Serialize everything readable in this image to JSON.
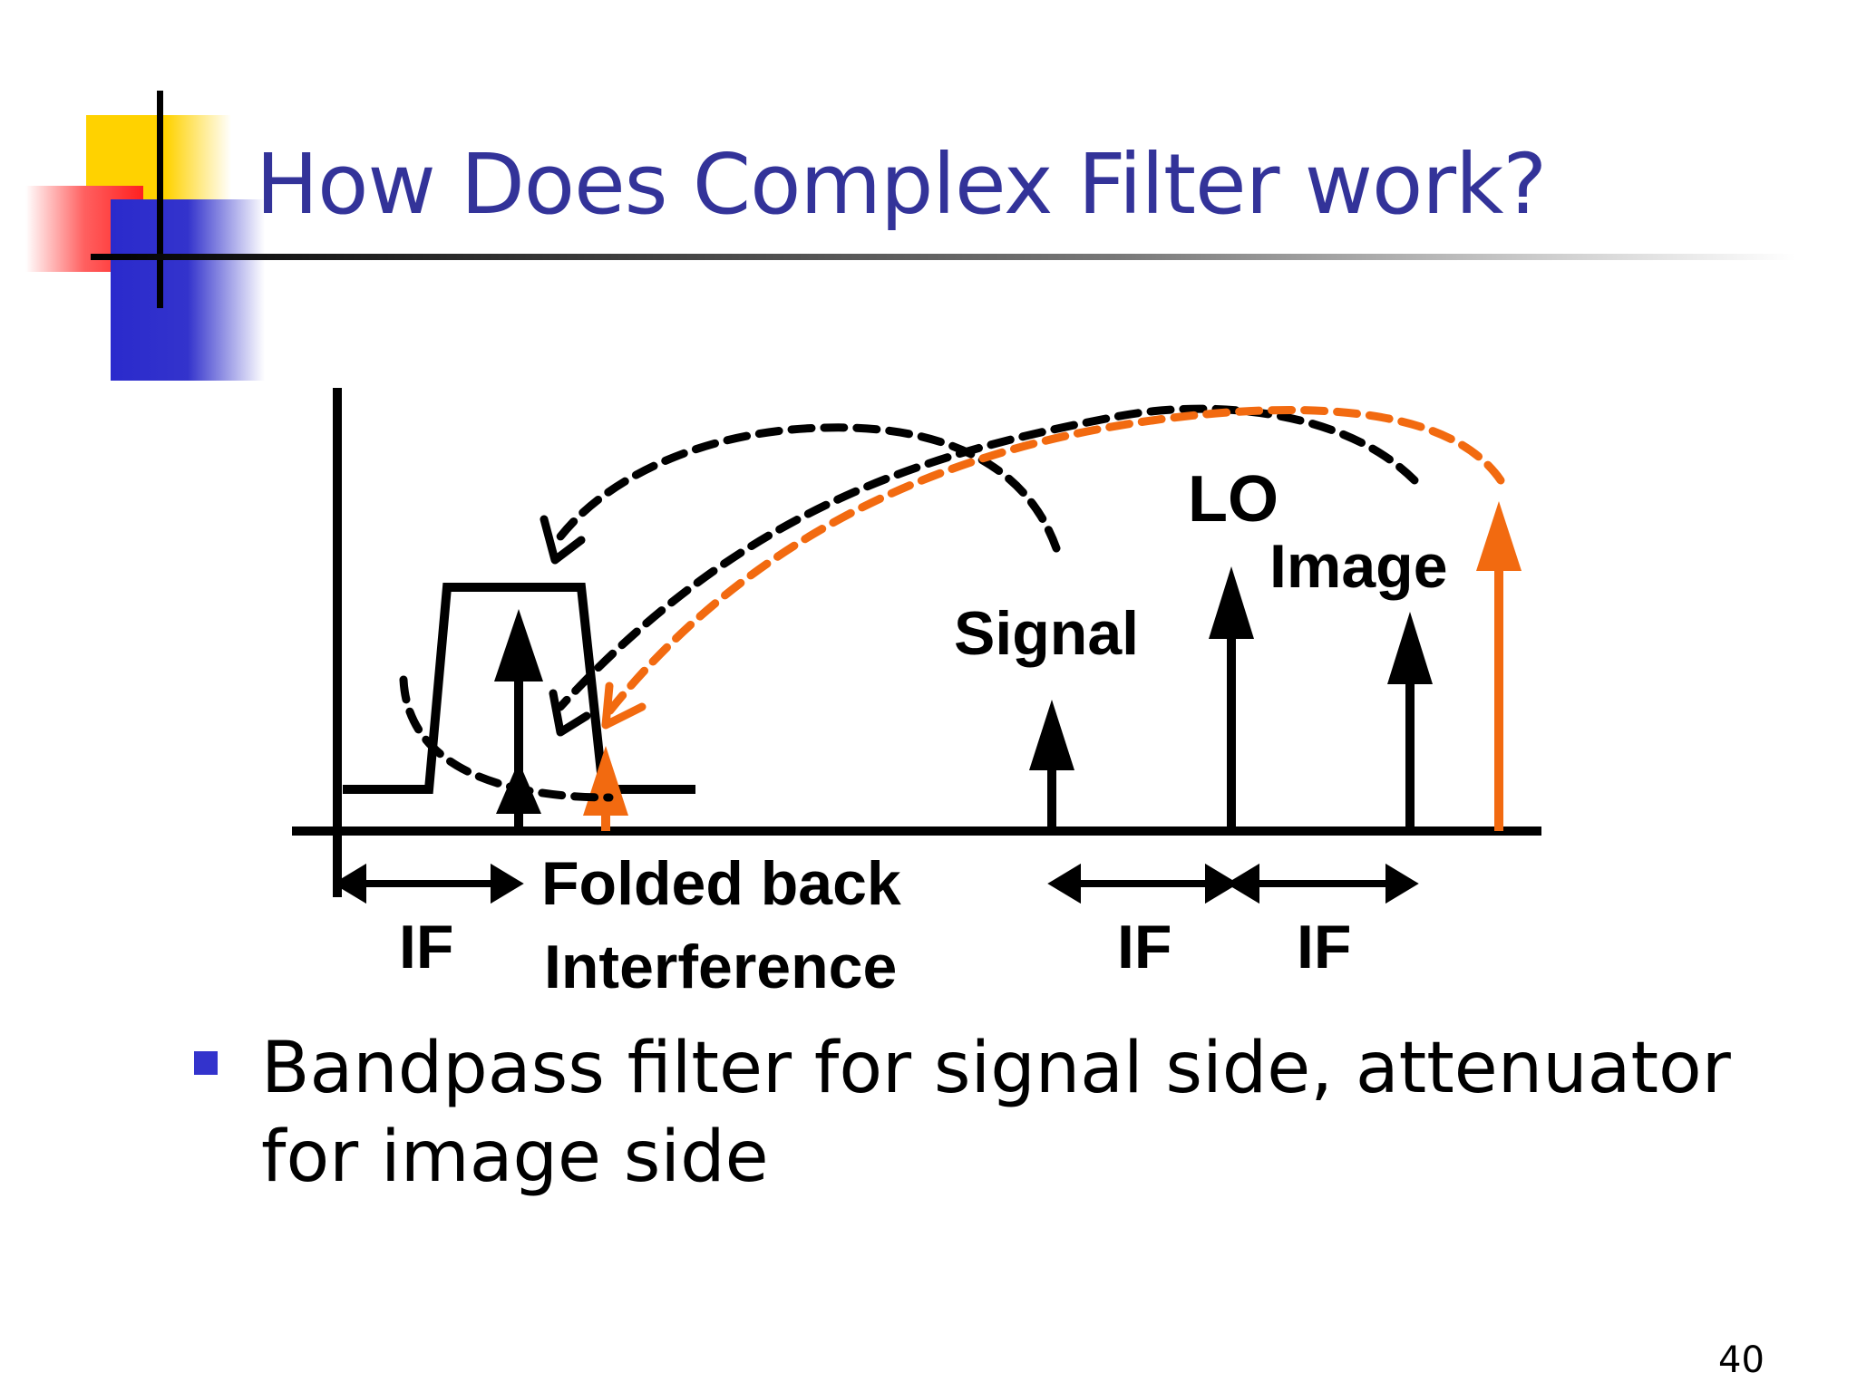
{
  "slide": {
    "title": "How Does Complex Filter work?",
    "page_number": "40",
    "bullets": [
      "Bandpass filter for signal side, attenuator for image side"
    ]
  },
  "diagram": {
    "labels": {
      "lo": "LO",
      "image": "Image",
      "signal": "Signal",
      "folded_line1": "Folded back",
      "folded_line2": "Interference",
      "if_left": "IF",
      "if_mid": "IF",
      "if_right": "IF"
    },
    "colors": {
      "black": "#000000",
      "orange": "#f26a10",
      "title_blue": "#333399",
      "bullet_blue": "#3333cc"
    }
  }
}
